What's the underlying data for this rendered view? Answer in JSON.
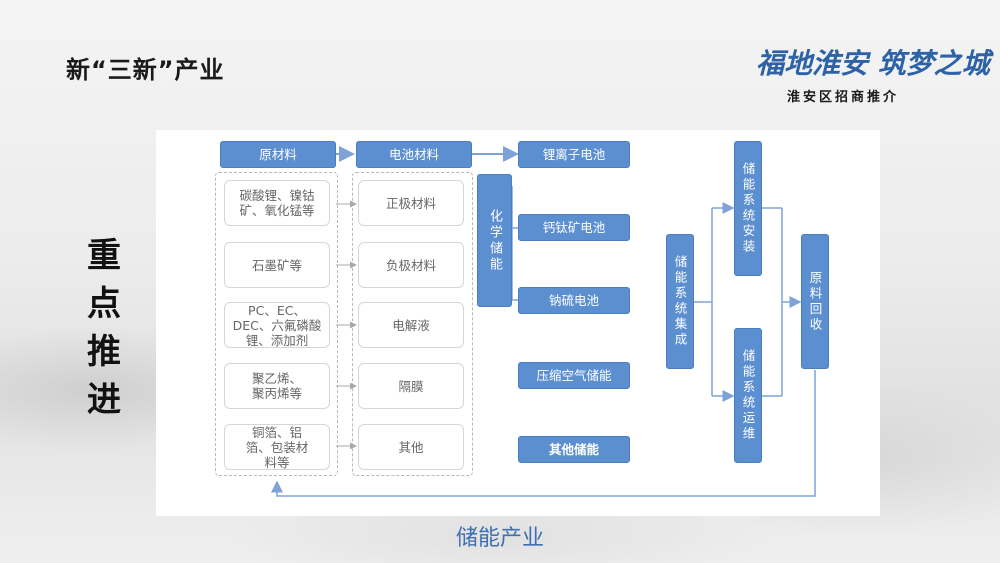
{
  "header": {
    "title": "新“三新”产业",
    "logo_script": "福地淮安 筑梦之城",
    "logo_sub": "淮安区招商推介"
  },
  "side_title": "重点推进",
  "diagram": {
    "raw_materials_header": "原材料",
    "battery_materials_header": "电池材料",
    "raw_materials": [
      "碳酸锂、镍钴矿、氧化锰等",
      "石墨矿等",
      "PC、EC、DEC、六氟磷酸锂、添加剂",
      "聚乙烯、聚丙烯等",
      "铜箔、铝箔、包装材料等"
    ],
    "battery_materials": [
      "正极材料",
      "负极材料",
      "电解液",
      "隔膜",
      "其他"
    ],
    "chemical_storage": "化学储能",
    "batteries": [
      "锂离子电池",
      "钙钛矿电池",
      "钠硫电池"
    ],
    "compressed_air": "压缩空气储能",
    "other_storage": "其他储能",
    "system_integration": "储能系统集成",
    "system_installation": "储能系统安装",
    "system_maintenance": "储能系统运维",
    "recycling": "原料回收"
  },
  "caption": "储能产业",
  "colors": {
    "accent": "#5b8fd0",
    "caption": "#3e6fb0"
  }
}
